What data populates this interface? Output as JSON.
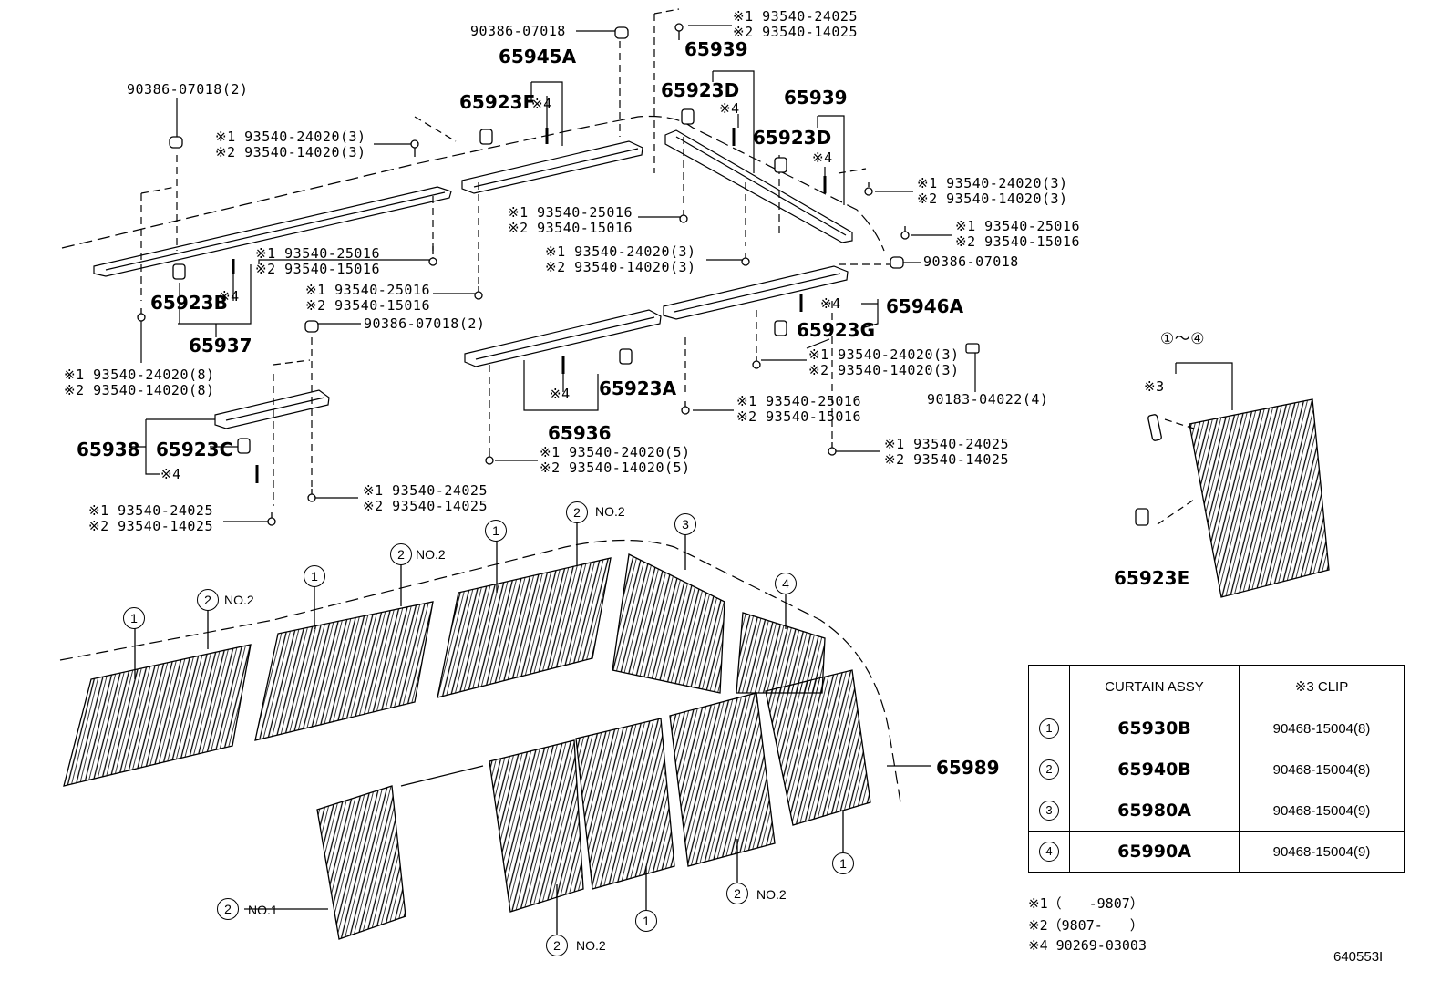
{
  "diagram": {
    "code": "640553I",
    "legend": {
      "n1": "※1（　　-9807）",
      "n2": "※2（9807-　　）",
      "n4": "※4 90269-03003"
    },
    "table": {
      "header_curtain": "CURTAIN ASSY",
      "header_clip": "※3 CLIP",
      "rows": [
        {
          "sym": "1",
          "part": "65930B",
          "clip": "90468-15004(8)"
        },
        {
          "sym": "2",
          "part": "65940B",
          "clip": "90468-15004(8)"
        },
        {
          "sym": "3",
          "part": "65980A",
          "clip": "90468-15004(9)"
        },
        {
          "sym": "4",
          "part": "65990A",
          "clip": "90468-15004(9)"
        }
      ]
    },
    "labels": {
      "p90386_top": "90386-07018",
      "p90386_2_left": "90386-07018(2)",
      "p65945A": "65945A",
      "p65923F": "65923F",
      "x4": "※4",
      "top_right_1": "※1 93540-24025",
      "top_right_2": "※2 93540-14025",
      "p65939a": "65939",
      "p65923D_a": "65923D",
      "p65939b": "65939",
      "p65923D_b": "65923D",
      "l_24020_3_a1": "※1 93540-24020(3)",
      "l_24020_3_a2": "※2 93540-14020(3)",
      "r_24020_3_1": "※1 93540-24020(3)",
      "r_24020_3_2": "※2 93540-14020(3)",
      "m_25016_a1": "※1 93540-25016",
      "m_25016_a2": "※2 93540-15016",
      "r_25016_1": "※1 93540-25016",
      "r_25016_2": "※2 93540-15016",
      "m_24020_3_1": "※1 93540-24020(3)",
      "m_24020_3_2": "※2 93540-14020(3)",
      "r_90386": "90386-07018",
      "l_25016_1": "※1 93540-25016",
      "l_25016_2": "※2 93540-15016",
      "p65923B": "65923B",
      "p65946A": "65946A",
      "p65923G": "65923G",
      "c_25016_1": "※1 93540-25016",
      "c_25016_2": "※2 93540-15016",
      "p90386_2_c": "90386-07018(2)",
      "p65937": "65937",
      "l_24020_8_1": "※1 93540-24020(8)",
      "l_24020_8_2": "※2 93540-14020(8)",
      "rc_24020_3_1": "※1 93540-24020(3)",
      "rc_24020_3_2": "※2 93540-14020(3)",
      "p90183": "90183-04022(4)",
      "p65923A": "65923A",
      "rb_25016_1": "※1 93540-25016",
      "rb_25016_2": "※2 93540-15016",
      "p65936": "65936",
      "p65938": "65938",
      "p65923C": "65923C",
      "b_24020_5_1": "※1 93540-24020(5)",
      "b_24020_5_2": "※2 93540-14020(5)",
      "rb_24025_1": "※1 93540-24025",
      "rb_24025_2": "※2 93540-14025",
      "c_24025_1": "※1 93540-24025",
      "c_24025_2": "※2 93540-14025",
      "l_24025_1": "※1 93540-24025",
      "l_24025_2": "※2 93540-14025",
      "range": "①～④",
      "x3": "※3",
      "p65923E": "65923E",
      "p65989": "65989",
      "no1": "NO.1",
      "no2": "NO.2"
    }
  }
}
